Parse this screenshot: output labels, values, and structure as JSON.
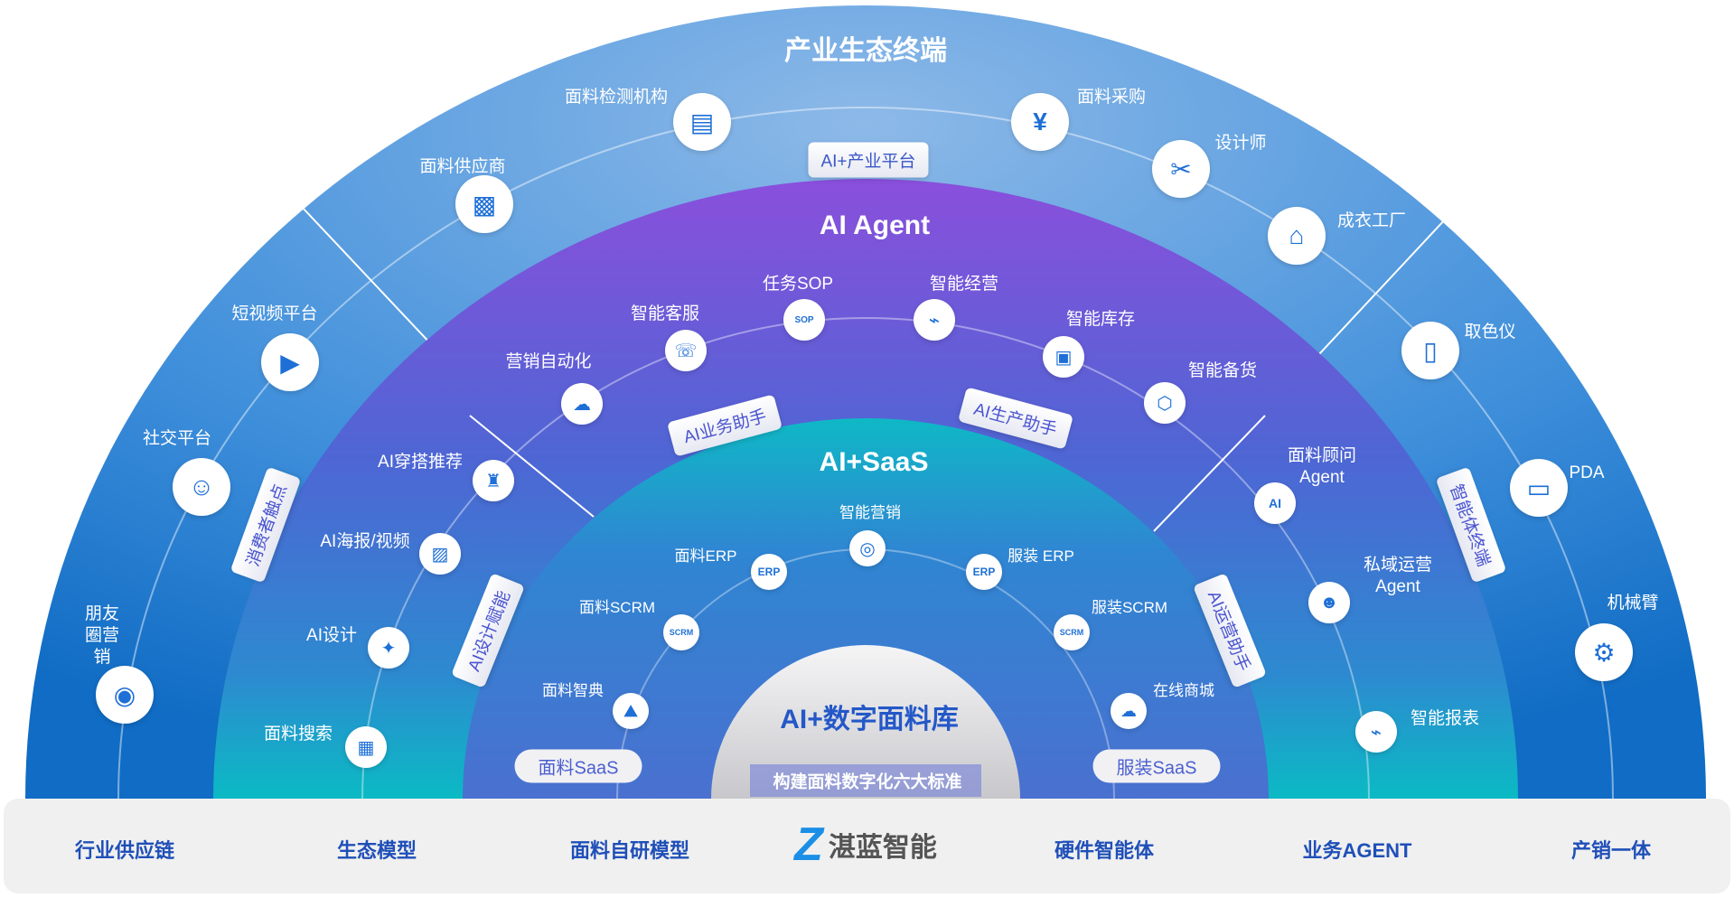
{
  "colors": {
    "outer": "#2f86d8",
    "agent_top": "#7e52dc",
    "saas_top": "#12b6c6",
    "core": "#e9e9ec",
    "label_blue": "#1f4fb8"
  },
  "outer_ring": {
    "title": "产业生态终端",
    "platform_tag": "AI+产业平台",
    "left_tag": "消费者触点",
    "right_tag": "智能体终端",
    "items": [
      {
        "label": "面料检测机构",
        "icon": "document-check-icon"
      },
      {
        "label": "面料供应商",
        "icon": "fabric-icon"
      },
      {
        "label": "短视频平台",
        "icon": "video-link-icon"
      },
      {
        "label": "社交平台",
        "icon": "chat-icon"
      },
      {
        "label": "朋友圈营销",
        "icon": "aperture-icon"
      },
      {
        "label": "面料采购",
        "icon": "purchase-icon"
      },
      {
        "label": "设计师",
        "icon": "designer-icon"
      },
      {
        "label": "成衣工厂",
        "icon": "sewing-machine-icon"
      },
      {
        "label": "取色仪",
        "icon": "colorimeter-icon"
      },
      {
        "label": "PDA",
        "icon": "pda-icon"
      },
      {
        "label": "机械臂",
        "icon": "robot-arm-icon"
      }
    ]
  },
  "agent_ring": {
    "title": "AI Agent",
    "tags": [
      "AI业务助手",
      "AI生产助手",
      "AI设计赋能",
      "AI运营助手"
    ],
    "items": [
      {
        "label": "营销自动化"
      },
      {
        "label": "智能客服"
      },
      {
        "label": "任务SOP"
      },
      {
        "label": "智能经营"
      },
      {
        "label": "智能库存"
      },
      {
        "label": "智能备货"
      },
      {
        "label": "AI穿搭推荐"
      },
      {
        "label": "AI海报/视频"
      },
      {
        "label": "AI设计"
      },
      {
        "label": "面料搜索"
      },
      {
        "label": "面料顾问Agent"
      },
      {
        "label": "私域运营Agent"
      },
      {
        "label": "智能报表"
      }
    ]
  },
  "saas_ring": {
    "title": "AI+SaaS",
    "items": [
      {
        "label": "智能营销"
      },
      {
        "label": "面料ERP",
        "icon_text": "ERP"
      },
      {
        "label": "服装 ERP",
        "icon_text": "ERP"
      },
      {
        "label": "面料SCRM",
        "icon_text": "SCRM"
      },
      {
        "label": "服装SCRM",
        "icon_text": "SCRM"
      },
      {
        "label": "面料智典"
      },
      {
        "label": "在线商城"
      }
    ],
    "pills": [
      "面料SaaS",
      "服装SaaS"
    ]
  },
  "core": {
    "title": "AI+数字面料库",
    "subtitle": "构建面料数字化六大标准"
  },
  "bottom_bar": {
    "items": [
      "行业供应链",
      "生态模型",
      "面料自研模型",
      "硬件智能体",
      "业务AGENT",
      "产销一体"
    ],
    "logo_text": "湛蓝智能"
  }
}
